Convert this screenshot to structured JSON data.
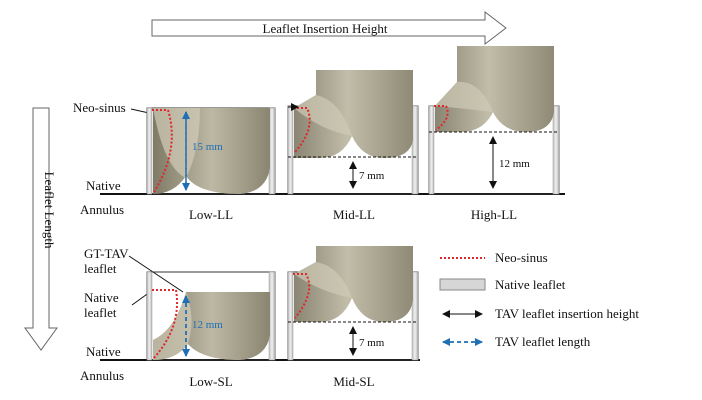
{
  "header": {
    "insertion_arrow_label": "Leaflet Insertion Height",
    "length_arrow_label": "Leaflet Length"
  },
  "labels": {
    "neo_sinus": "Neo-sinus",
    "native": "Native",
    "annulus": "Annulus",
    "gt_tav": "GT-TAV",
    "leaflet": "leaflet",
    "native_leaflet_1": "Native",
    "native_leaflet_2": "leaflet"
  },
  "panels": {
    "low_ll": {
      "caption": "Low-LL",
      "length": "15 mm"
    },
    "mid_ll": {
      "caption": "Mid-LL",
      "height": "7 mm"
    },
    "high_ll": {
      "caption": "High-LL",
      "height": "12 mm"
    },
    "low_sl": {
      "caption": "Low-SL",
      "length": "12 mm"
    },
    "mid_sl": {
      "caption": "Mid-SL",
      "height": "7 mm"
    }
  },
  "legend": {
    "neo_sinus": "Neo-sinus",
    "native_leaflet": "Native leaflet",
    "insertion_height": "TAV leaflet insertion height",
    "leaflet_length": "TAV leaflet length"
  },
  "colors": {
    "leaflet": "#9f9a86",
    "neo_sinus": "#e0262b",
    "length_arrow": "#1f6fb5",
    "native_leaflet": "#d6d6d6"
  }
}
